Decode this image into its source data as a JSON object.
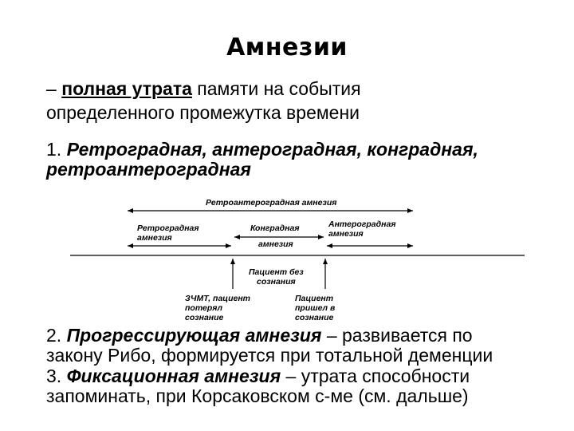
{
  "title": "Амнезии",
  "definition": {
    "dash": "–",
    "underlined": "полная утрата",
    "rest1": " памяти на события",
    "line2": "определенного промежутка времени"
  },
  "item1": {
    "number": "1.",
    "text_line1": "Ретроградная, антероградная, конградная,",
    "text_line2": "ретроантероградная"
  },
  "diagram": {
    "retroantero": "Ретроантероградная амнезия",
    "retro_line1": "Ретроградная",
    "retro_line2": "амнезия",
    "kongr_line1": "Конградная",
    "kongr_line2": "амнезия",
    "antero_line1": "Антероградная",
    "antero_line2": "амнезия",
    "patient_line1": "Пациент без",
    "patient_line2": "сознания",
    "zchmt_line1": "ЗЧМТ, пациент",
    "zchmt_line2": "потерял",
    "zchmt_line3": "сознание",
    "came_line1": "Пациент",
    "came_line2": "пришел в",
    "came_line3": "сознание"
  },
  "item2": {
    "number": "2.",
    "bold": "Прогрессирующая амнезия",
    "rest": " – развивается по",
    "line2": "закону Рибо, формируется при тотальной деменции"
  },
  "item3": {
    "number": "3.",
    "bold": "Фиксационная амнезия",
    "rest": " – утрата способности",
    "line2": "запоминать, при Корсаковском с-ме (см. дальше)"
  }
}
